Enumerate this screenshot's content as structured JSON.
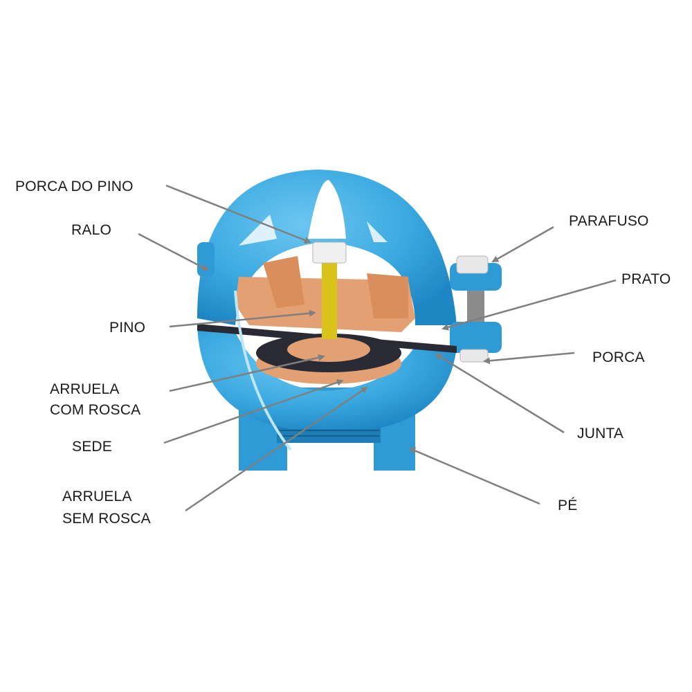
{
  "labels": {
    "porca_do_pino": "PORCA DO PINO",
    "ralo": "RALO",
    "pino": "PINO",
    "arruela_com_rosca_1": "ARRUELA",
    "arruela_com_rosca_2": "COM ROSCA",
    "sede": "SEDE",
    "arruela_sem_rosca_1": "ARRUELA",
    "arruela_sem_rosca_2": "SEM ROSCA",
    "parafuso": "PARAFUSO",
    "prato": "PRATO",
    "porca": "PORCA",
    "junta": "JUNTA",
    "pe": "PÉ"
  },
  "colors": {
    "body": "#3aa9e0",
    "body_dark": "#1f86c4",
    "copper": "#e3a173",
    "rubber": "#2a2a35",
    "leader": "#7f7f7f",
    "pin": "#d9c21a"
  }
}
